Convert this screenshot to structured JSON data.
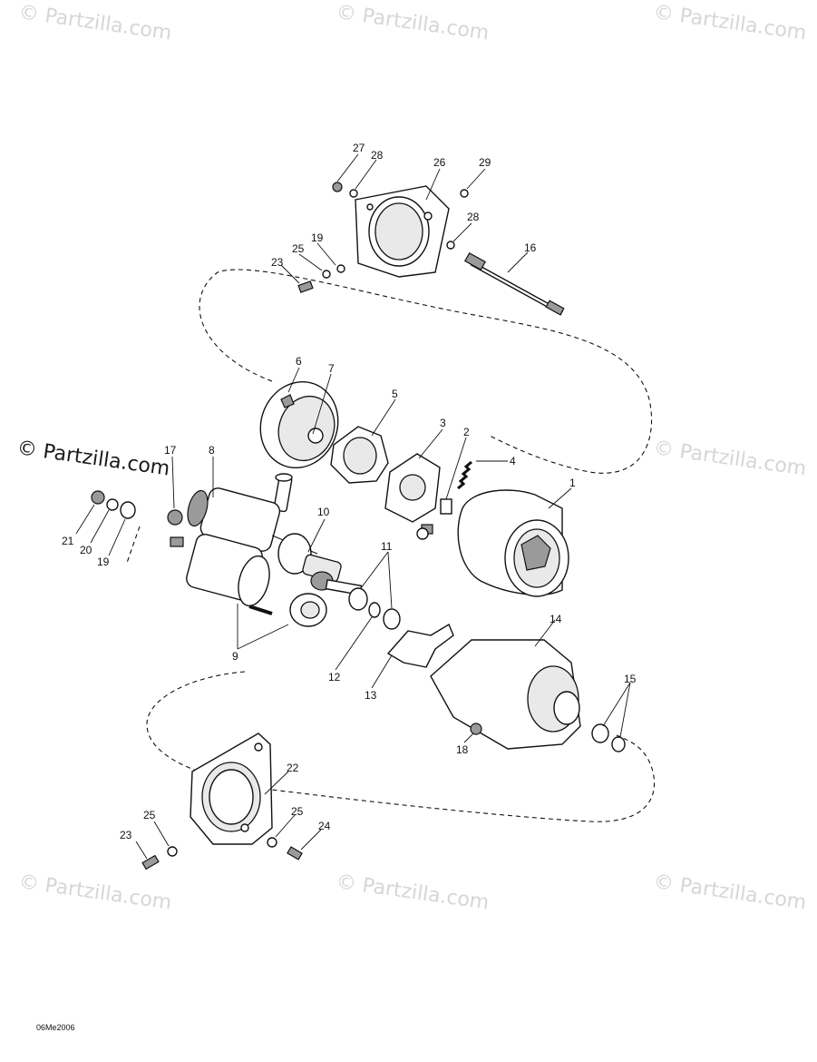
{
  "watermark": {
    "text": "© Partzilla.com",
    "color_light": "#d6d6d6",
    "color_dark": "#1a1a1a"
  },
  "diagram_code": "06Me2006",
  "callouts": {
    "c1": "1",
    "c2": "2",
    "c3": "3",
    "c4": "4",
    "c5": "5",
    "c6": "6",
    "c7": "7",
    "c8": "8",
    "c9": "9",
    "c10": "10",
    "c11": "11",
    "c12": "12",
    "c13": "13",
    "c14": "14",
    "c15": "15",
    "c16": "16",
    "c17": "17",
    "c18": "18",
    "c19a": "19",
    "c19b": "19",
    "c20": "20",
    "c21": "21",
    "c22": "22",
    "c23a": "23",
    "c23b": "23",
    "c24": "24",
    "c25a": "25",
    "c25b": "25",
    "c25c": "25",
    "c26": "26",
    "c27": "27",
    "c28a": "28",
    "c28b": "28",
    "c29": "29"
  }
}
